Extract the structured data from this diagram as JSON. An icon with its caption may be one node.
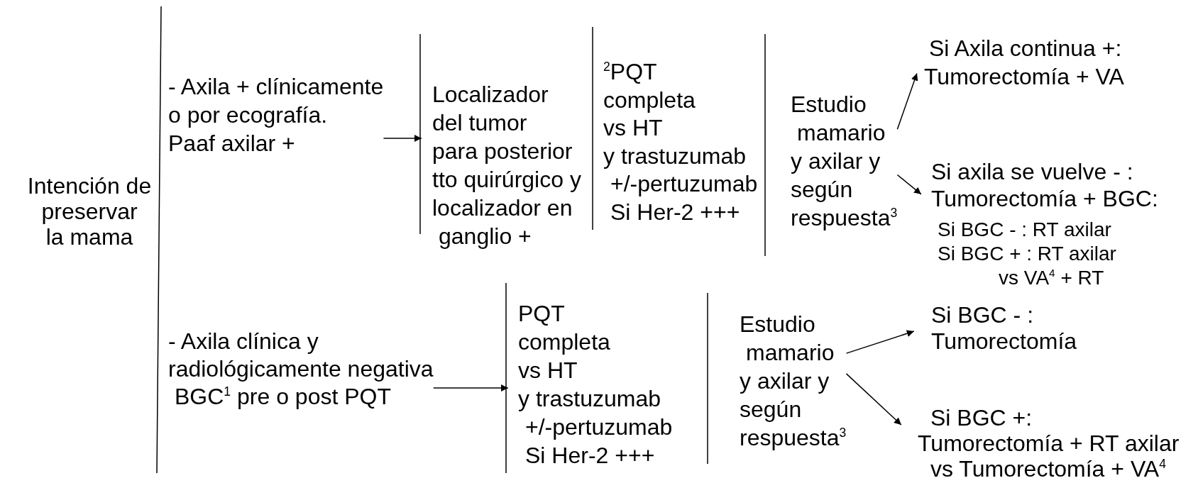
{
  "diagram": {
    "nodes": [
      {
        "text": [
          "Intención de preservar la mama"
        ]
      },
      {
        "text": [
          "- Axila + clínicamente o por ecografía. Paaf axilar +"
        ]
      },
      {
        "text": [
          "Localizador del tumor para posterior tto quirúrgico y localizador en ganglio +"
        ]
      },
      {
        "text": [
          "$^{2}$PQT completa vs HT y trastuzumab +/-pertuzumab Si Her-2 +++"
        ]
      },
      {
        "text": [
          "Estudio mamario y axilar y según respuesta$^{3}$"
        ]
      },
      {
        "text": [
          "Si Axila continua +: Tumorectomía + VA"
        ]
      },
      {
        "text": [
          "Si axila se vuelve - : Tumorectomía + BGC:",
          "Si BGC - : RT axilar Si BGC + : RT axilar vs VA$^{4}$ + RT"
        ]
      },
      {
        "text": [
          "- Axila clínica y radiológicamente negativa BGC$^{1}$ pre o post PQT"
        ]
      },
      {
        "text": [
          "PQT completa vs HT y trastuzumab +/-pertuzumab Si Her-2 +++"
        ]
      },
      {
        "text": [
          "Estudio mamario y axilar y según respuesta$^{3}$"
        ]
      },
      {
        "text": [
          "Si BGC - : Tumorectomía"
        ]
      },
      {
        "text": [
          "Si BGC +: Tumorectomía + RT axilar vs Tumorectomía + VA$^{4}$"
        ]
      }
    ],
    "edges": [
      {
        "from": 1,
        "to": 2,
        "arrow": "to"
      },
      {
        "from": 4,
        "to": 5,
        "arrow": "to"
      },
      {
        "from": 4,
        "to": 6,
        "arrow": "to"
      },
      {
        "from": 7,
        "to": 8,
        "arrow": "to"
      },
      {
        "from": 9,
        "to": 10,
        "arrow": "to"
      },
      {
        "from": 9,
        "to": 11,
        "arrow": "to"
      }
    ]
  }
}
